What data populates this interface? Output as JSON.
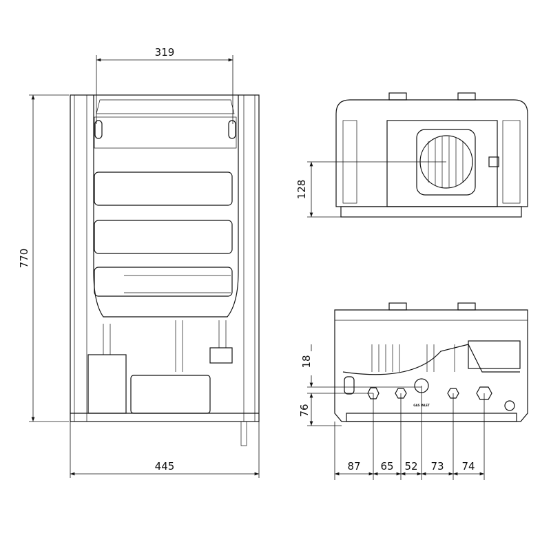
{
  "title": "Boiler dimensional drawing",
  "front_view": {
    "width_dim": "445",
    "height_dim": "770",
    "bracket_dim": "319"
  },
  "top_view": {
    "flue_dim": "128"
  },
  "bottom_view": {
    "dim_upper": "18",
    "dim_lower": "76",
    "spacings": [
      "87",
      "65",
      "52",
      "73",
      "74"
    ],
    "gas_label": "GAS INLET"
  },
  "colors": {
    "line": "#111111",
    "background": "#ffffff"
  }
}
